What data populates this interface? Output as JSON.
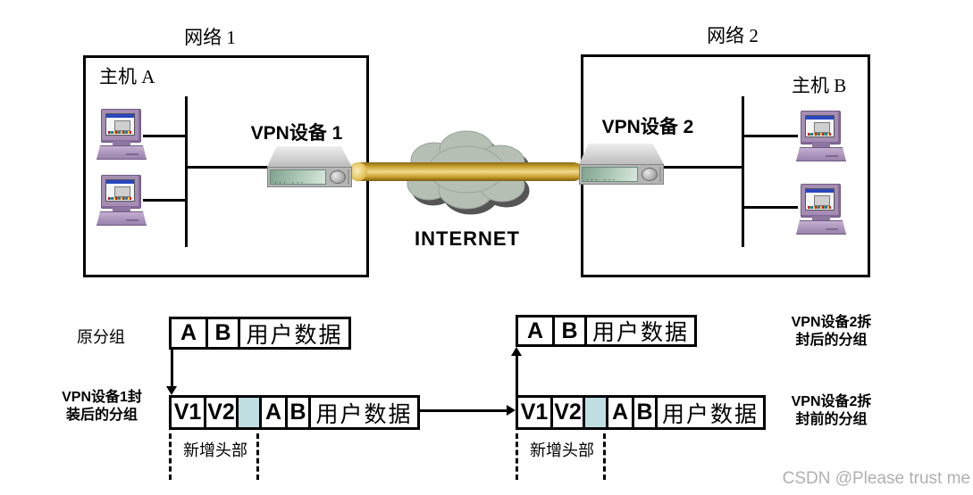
{
  "topology": {
    "network1": {
      "title": "网络 1",
      "host_label": "主机 A",
      "vpn_device_label": "VPN设备 1"
    },
    "network2": {
      "title": "网络 2",
      "host_label": "主机 B",
      "vpn_device_label": "VPN设备 2"
    },
    "internet_label": "INTERNET"
  },
  "packets": {
    "original_label": "原分组",
    "encapsulated_label_lines": [
      "VPN设备1封",
      "装后的分组"
    ],
    "decap_after_label_lines": [
      "VPN设备2拆",
      "封后的分组"
    ],
    "decap_before_label_lines": [
      "VPN设备2拆",
      "封前的分组"
    ],
    "new_header_label": "新增头部",
    "original_cells": [
      "A",
      "B",
      "用户数据"
    ],
    "encapsulated_cells": [
      "V1",
      "V2",
      "",
      "A",
      "B",
      "用户数据"
    ]
  },
  "watermark": "CSDN @Please trust me",
  "colors": {
    "tube_gold": "#c79f2d",
    "cloud_gray_green": "#b6bfb4",
    "shaded_cell_blue": "#bfdfe3",
    "watermark_gray": "#b0b0b0",
    "line_black": "#000000"
  }
}
